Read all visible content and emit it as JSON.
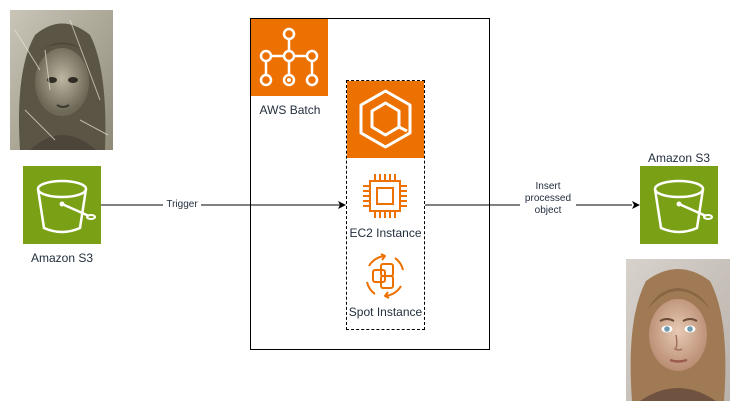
{
  "diagram": {
    "source_bucket": {
      "label": "Amazon S3",
      "icon": "s3-bucket-icon",
      "color": "#7aa116"
    },
    "target_bucket": {
      "label": "Amazon S3",
      "icon": "s3-bucket-icon",
      "color": "#7aa116"
    },
    "batch": {
      "label": "AWS Batch",
      "icon": "aws-batch-icon",
      "color": "#ed7100"
    },
    "compute_env": {
      "icon": "ecs-cube-icon",
      "color": "#ed7100"
    },
    "ec2": {
      "label": "EC2 Instance",
      "icon": "ec2-chip-icon"
    },
    "spot": {
      "label": "Spot Instance",
      "icon": "spot-instance-icon"
    },
    "edges": {
      "trigger": "Trigger",
      "insert": [
        "Insert",
        "processed",
        "object"
      ]
    },
    "photos": {
      "input": "damaged-old-portrait-photo",
      "output": "restored-portrait-photo"
    }
  }
}
